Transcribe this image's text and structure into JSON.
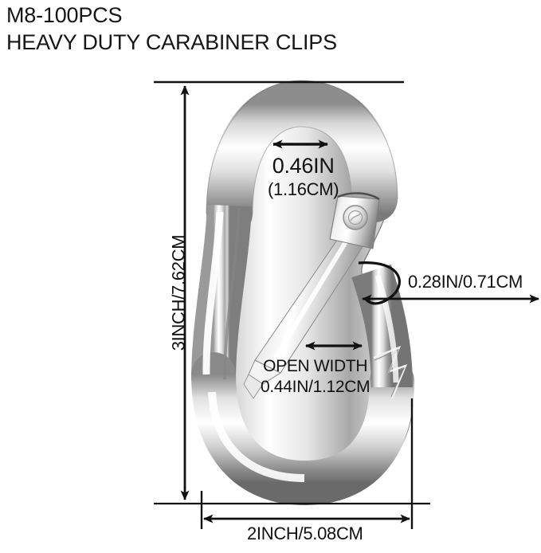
{
  "product": {
    "title_line1": "M8-100PCS",
    "title_line2": "HEAVY DUTY CARABINER CLIPS"
  },
  "dimensions": {
    "eye_opening": {
      "label_imperial": "0.46IN",
      "label_metric": "(1.16CM)"
    },
    "overall_length": {
      "label": "3INCH/7.62CM"
    },
    "bar_thickness": {
      "label": "0.28IN/0.71CM"
    },
    "gate_open_width": {
      "caption": "OPEN WIDTH",
      "label": "0.44IN/1.12CM"
    },
    "overall_width": {
      "label": "2INCH/5.08CM"
    }
  },
  "icons": {
    "arrow_double_top": "double-headed-arrow-icon",
    "arrow_double_open": "double-headed-arrow-icon",
    "arrow_double_bottom": "double-headed-arrow-icon",
    "arrow_up": "arrow-up-icon",
    "arrow_down": "arrow-down-icon",
    "arrow_right": "arrow-right-icon",
    "leader_arc": "leader-arc-icon",
    "rivet": "rivet-pin-icon"
  },
  "colors": {
    "line": "#111111",
    "text": "#161616",
    "background": "#ffffff",
    "metal_light": "#ffffff",
    "metal_mid": "#c9c9c9",
    "metal_dark": "#8f8f8f",
    "metal_shadow": "#6d6d6d"
  }
}
